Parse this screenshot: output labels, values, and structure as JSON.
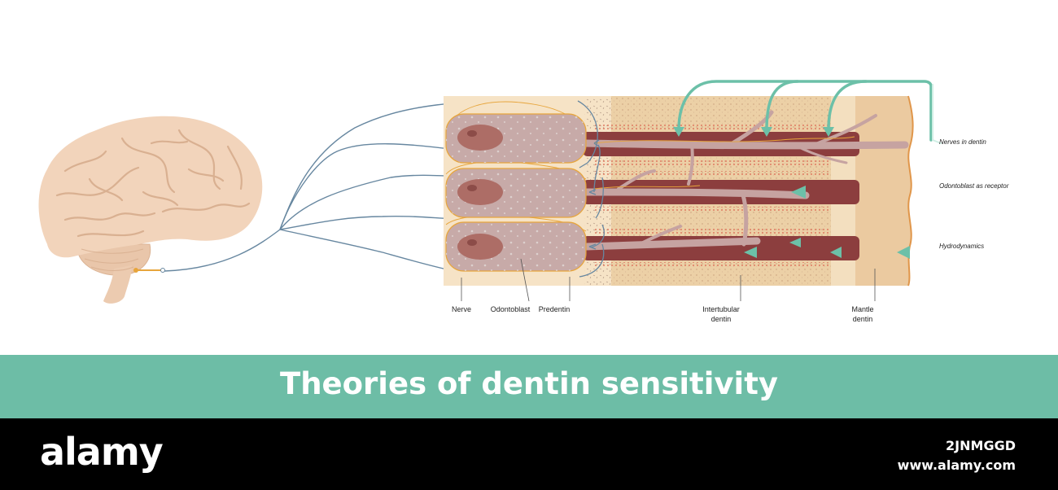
{
  "title": "Theories of dentin sensitivity",
  "labels": {
    "nerve": "Nerve",
    "odontoblast": "Odontoblast",
    "predentin": "Predentin",
    "intertubular_1": "Intertubular",
    "intertubular_2": "dentin",
    "mantle_1": "Mantle",
    "mantle_2": "dentin"
  },
  "theories": {
    "nerves_in_dentin": "Nerves in dentin",
    "odontoblast_receptor": "Odontoblast as receptor",
    "hydrodynamics": "Hydrodynamics"
  },
  "footer": {
    "logo": "alamy",
    "image_id": "2JNMGGD",
    "url": "www.alamy.com"
  },
  "colors": {
    "banner": "#6dbda6",
    "arrow": "#6cc0a8",
    "tubule": "#8c3e3e",
    "dentin": "#ecd0a6",
    "predentin": "#f6e3c6",
    "odontoblast": "#c7aaa8",
    "nucleus": "#ad6d66",
    "nerve": "#6787a0",
    "brain": "#f2d4bb"
  },
  "icons": [
    "brain-icon",
    "nerve-fiber-icon",
    "odontoblast-cell-icon",
    "arrow-icon"
  ]
}
